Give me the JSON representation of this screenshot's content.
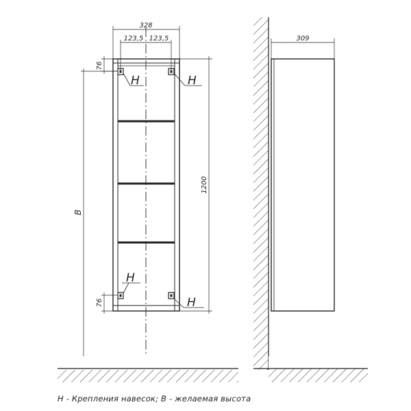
{
  "front_view": {
    "width": "328",
    "half_left": "123,5",
    "half_right": "123,5",
    "top_offset": "76",
    "bottom_offset": "76",
    "height": "1200",
    "mount_height_symbol": "В",
    "fastener_label": "Н"
  },
  "side_view": {
    "depth": "309"
  },
  "legend": {
    "text": "Н - Крепления навесок; В - желаемая высота"
  }
}
